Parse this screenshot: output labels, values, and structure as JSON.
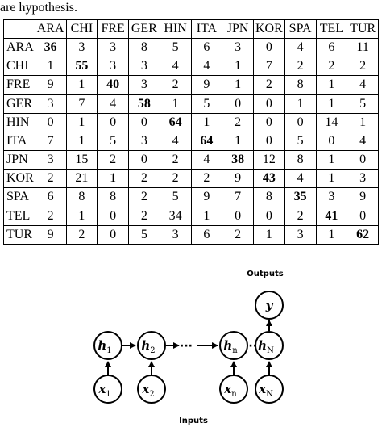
{
  "caption": "are hypothesis.",
  "confusion_table": {
    "columns": [
      "ARA",
      "CHI",
      "FRE",
      "GER",
      "HIN",
      "ITA",
      "JPN",
      "KOR",
      "SPA",
      "TEL",
      "TUR"
    ],
    "rows": [
      {
        "label": "ARA",
        "values": [
          "36",
          "3",
          "3",
          "8",
          "5",
          "6",
          "3",
          "0",
          "4",
          "6",
          "11"
        ]
      },
      {
        "label": "CHI",
        "values": [
          "1",
          "55",
          "3",
          "3",
          "4",
          "4",
          "1",
          "7",
          "2",
          "2",
          "2"
        ]
      },
      {
        "label": "FRE",
        "values": [
          "9",
          "1",
          "40",
          "3",
          "2",
          "9",
          "1",
          "2",
          "8",
          "1",
          "4"
        ]
      },
      {
        "label": "GER",
        "values": [
          "3",
          "7",
          "4",
          "58",
          "1",
          "5",
          "0",
          "0",
          "1",
          "1",
          "5"
        ]
      },
      {
        "label": "HIN",
        "values": [
          "0",
          "1",
          "0",
          "0",
          "64",
          "1",
          "2",
          "0",
          "0",
          "14",
          "1"
        ]
      },
      {
        "label": "ITA",
        "values": [
          "7",
          "1",
          "5",
          "3",
          "4",
          "64",
          "1",
          "0",
          "5",
          "0",
          "4"
        ]
      },
      {
        "label": "JPN",
        "values": [
          "3",
          "15",
          "2",
          "0",
          "2",
          "4",
          "38",
          "12",
          "8",
          "1",
          "0"
        ]
      },
      {
        "label": "KOR",
        "values": [
          "2",
          "21",
          "1",
          "2",
          "2",
          "2",
          "9",
          "43",
          "4",
          "1",
          "3"
        ]
      },
      {
        "label": "SPA",
        "values": [
          "6",
          "8",
          "8",
          "2",
          "5",
          "9",
          "7",
          "8",
          "35",
          "3",
          "9"
        ]
      },
      {
        "label": "TEL",
        "values": [
          "2",
          "1",
          "0",
          "2",
          "34",
          "1",
          "0",
          "0",
          "2",
          "41",
          "0"
        ]
      },
      {
        "label": "TUR",
        "values": [
          "9",
          "2",
          "0",
          "5",
          "3",
          "6",
          "2",
          "1",
          "3",
          "1",
          "62"
        ]
      }
    ]
  },
  "rnn_diagram": {
    "outputs_label": "Outputs",
    "inputs_label": "Inputs",
    "output_node": {
      "symbol": "y",
      "sub": ""
    },
    "hidden_nodes": [
      {
        "symbol": "h",
        "sub": "1"
      },
      {
        "symbol": "h",
        "sub": "2"
      },
      {
        "symbol": "h",
        "sub": "n"
      },
      {
        "symbol": "h",
        "sub": "N"
      }
    ],
    "input_nodes": [
      {
        "symbol": "x",
        "sub": "1"
      },
      {
        "symbol": "x",
        "sub": "2"
      },
      {
        "symbol": "x",
        "sub": "n"
      },
      {
        "symbol": "x",
        "sub": "N"
      }
    ],
    "ellipsis": "···"
  }
}
